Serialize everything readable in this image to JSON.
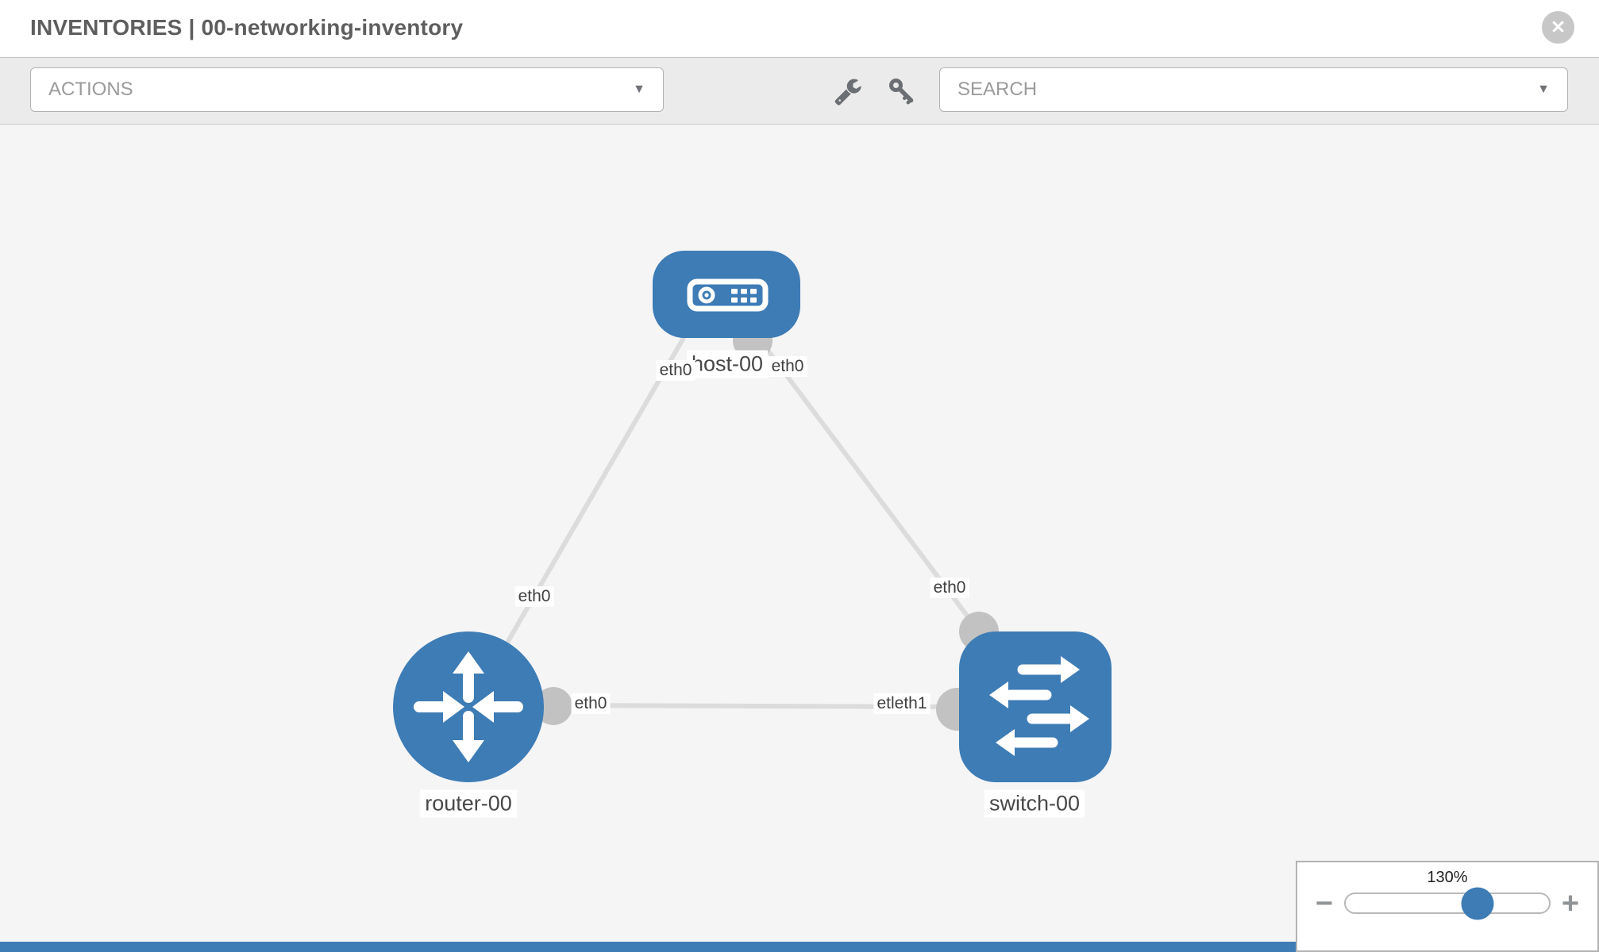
{
  "header": {
    "title": "INVENTORIES | 00-networking-inventory"
  },
  "icons": {
    "close": "✕",
    "caret": "▼",
    "minus": "−",
    "plus": "+",
    "wrench": "wrench-icon",
    "key": "key-icon"
  },
  "toolbar": {
    "actions_placeholder": "ACTIONS",
    "search_placeholder": "SEARCH"
  },
  "topology": {
    "nodes": [
      {
        "label": "host-00",
        "type": "host",
        "shape": "rounded-rect"
      },
      {
        "label": "router-00",
        "type": "router",
        "shape": "circle"
      },
      {
        "label": "switch-00",
        "type": "switch",
        "shape": "rounded-square"
      }
    ],
    "links": [
      {
        "from": "host-00",
        "from_iface": "eth0",
        "to": "router-00",
        "to_iface": "eth0"
      },
      {
        "from": "host-00",
        "from_iface": "eth0",
        "to": "switch-00",
        "to_iface": "eth0"
      },
      {
        "from": "router-00",
        "from_iface": "eth0",
        "to": "switch-00",
        "to_iface": "eth1"
      }
    ],
    "iface_labels": {
      "host_left": "eth0",
      "host_right": "eth0",
      "router_top": "eth0",
      "switch_top": "eth0",
      "router_right": "eth0",
      "switch_left_clipped": "etl",
      "switch_left": "eth1"
    },
    "colors": {
      "node": "#3d7cb5",
      "link": "#dcdcdc",
      "interface_dot": "#c2c2c2"
    }
  },
  "zoom_control": {
    "label": "130%",
    "value": 130
  }
}
